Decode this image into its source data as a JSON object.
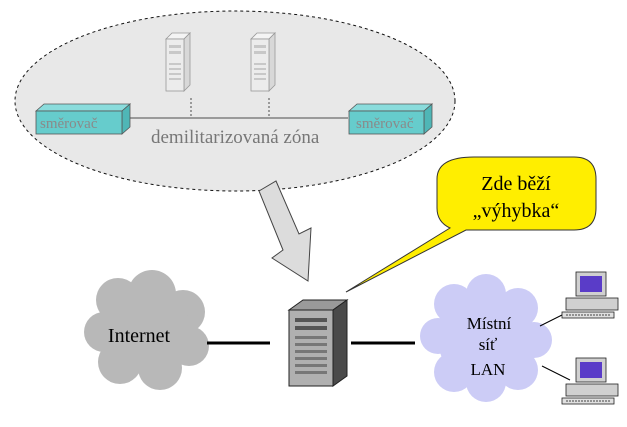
{
  "dmz": {
    "label": "demilitarizovaná zóna",
    "left_box_label": "směrovač",
    "right_box_label": "směrovač"
  },
  "callout": {
    "line1": "Zde běží",
    "line2": "„výhybka“"
  },
  "internet": {
    "label": "Internet"
  },
  "lan": {
    "line1": "Místní",
    "line2": "síť",
    "line3": "LAN"
  },
  "colors": {
    "dmz_ellipse_fill": "#e8e8e8",
    "router_box_fill": "#66cccc",
    "callout_fill": "#ffee00",
    "internet_cloud_fill": "#b8b8b8",
    "lan_cloud_fill": "#ccccf6",
    "link_line": "#000000",
    "arrow_fill": "#dcdcdc"
  }
}
